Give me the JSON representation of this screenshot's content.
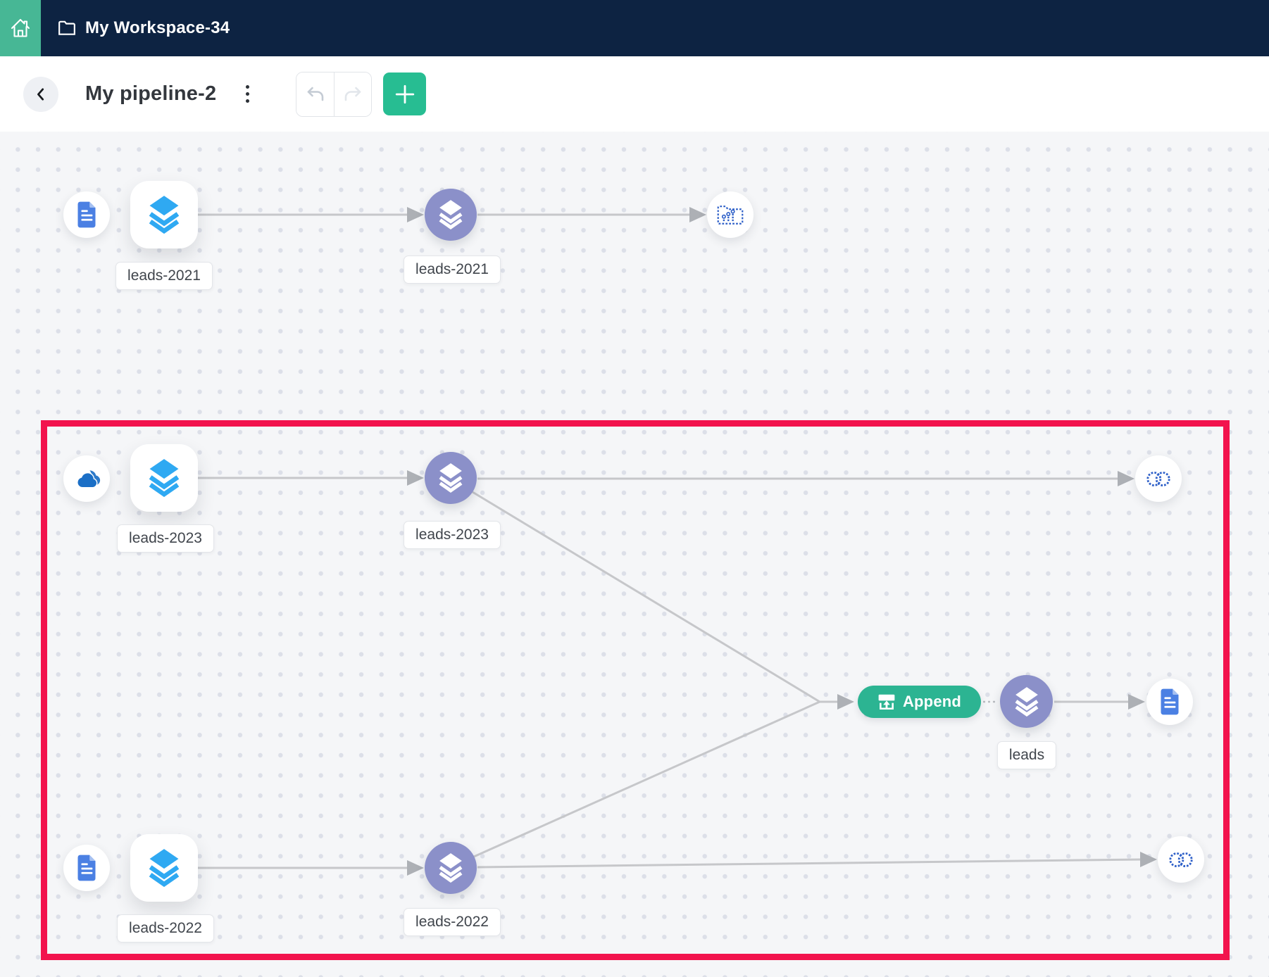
{
  "header": {
    "workspace_title": "My Workspace-34"
  },
  "toolbar": {
    "pipeline_title": "My pipeline-2",
    "undo_label": "undo",
    "redo_label": "redo",
    "add_label": "+"
  },
  "pipeline": {
    "row1_source_label": "leads-2021",
    "row1_prepared_label": "leads-2021",
    "row2_source_label": "leads-2023",
    "row2_prepared_label": "leads-2023",
    "row3_source_label": "leads-2022",
    "row3_prepared_label": "leads-2022",
    "append_label": "Append",
    "output_label": "leads"
  },
  "icons": {
    "home-icon": "house outline",
    "folder-icon": "folder outline",
    "back-icon": "chevron-left",
    "kebab-menu-icon": "vertical three dots",
    "undo-icon": "curved arrow left",
    "redo-icon": "curved arrow right",
    "plus-icon": "+",
    "document-icon": "blue file with text lines",
    "layers-icon": "stacked layers diamond",
    "cloud-icon": "OneDrive-style double cloud",
    "dataset-folder-icon": "dashed folder with mini chart",
    "link-rings-icon": "dashed interlocked rings (CRM)",
    "append-icon": "tray with up arrow"
  },
  "colors": {
    "topbar_bg": "#0d2342",
    "home_bg": "#47b795",
    "accent_green": "#27bd92",
    "append_green": "#2cb492",
    "node_purple": "#8b90c9",
    "layers_blue": "#2fa9f2",
    "document_blue": "#4b80e3",
    "cloud_blue": "#1b6fc6",
    "outline_blue": "#2d5fc8",
    "highlight_red": "#f2134d",
    "canvas_bg": "#f5f6f8",
    "connector_gray": "#c6c7ca"
  }
}
